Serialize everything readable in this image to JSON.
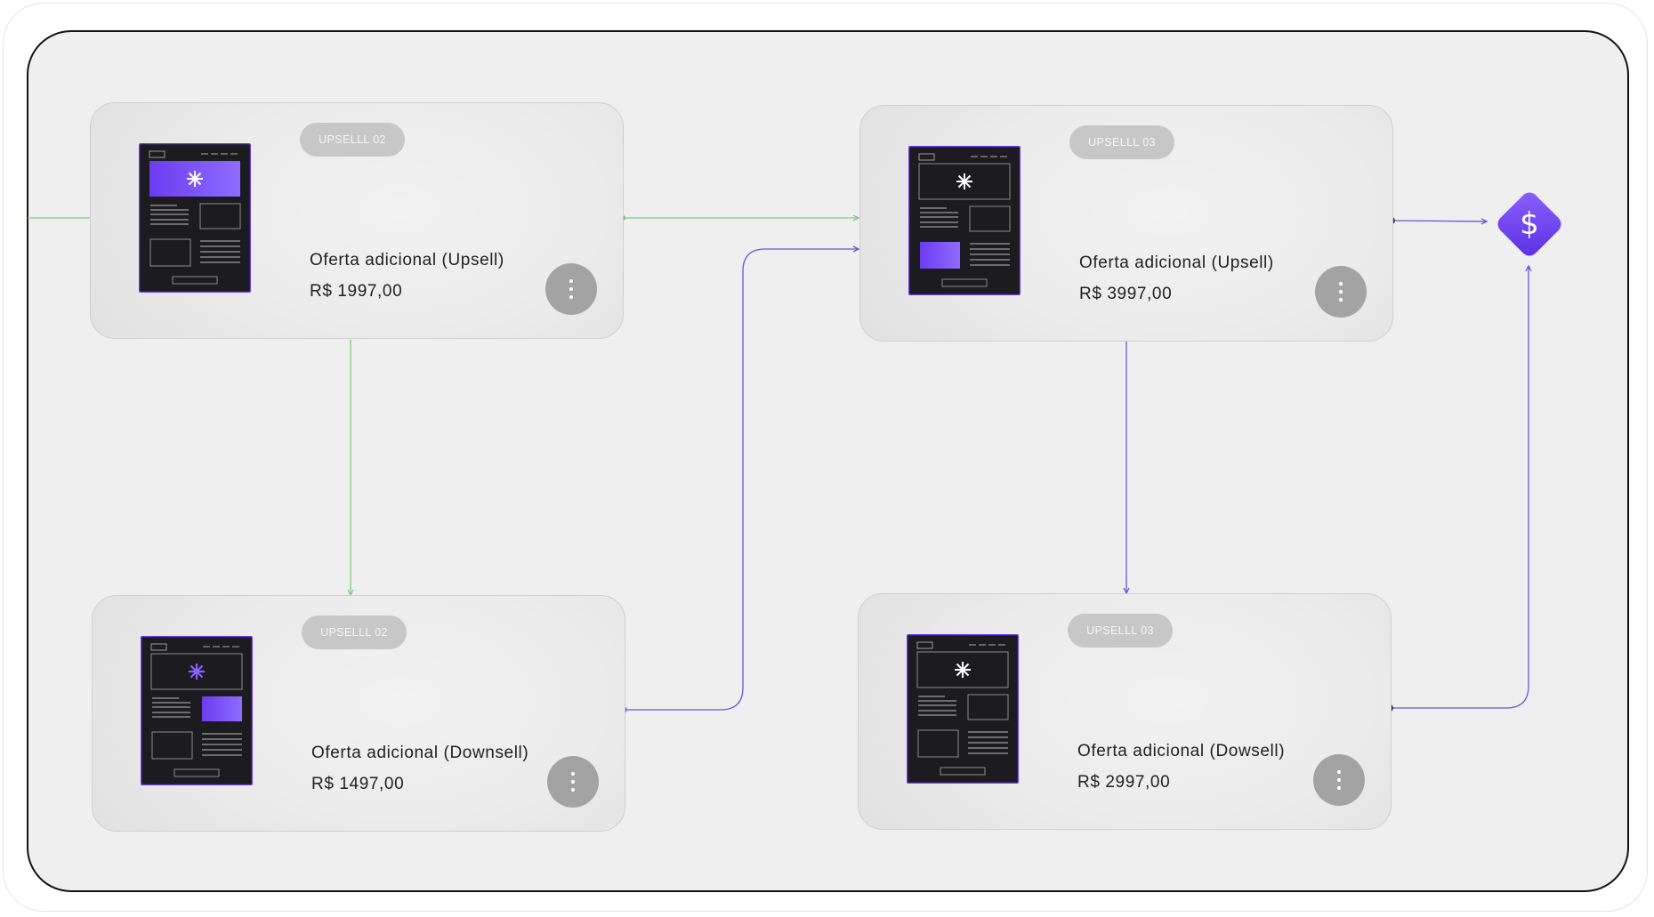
{
  "colors": {
    "accent": "#6a3df0",
    "accent_light": "#8a62ff",
    "green_line": "#7ccb7c",
    "purple_line": "#6b55d6",
    "card_border": "#cfcfcf",
    "badge_bg": "#c7c7c7",
    "menu_bg": "#a3a3a3",
    "frame_border": "#121212"
  },
  "cards": [
    {
      "id": "upsell-02",
      "badge": "UPSELLL 02",
      "title": "Oferta adicional (Upsell)",
      "price": "R$ 1997,00",
      "thumb_variant": "hero",
      "menu_icon": "more-vertical-icon"
    },
    {
      "id": "upsell-03",
      "badge": "UPSELLL 03",
      "title": "Oferta adicional (Upsell)",
      "price": "R$ 3997,00",
      "thumb_variant": "block-left",
      "menu_icon": "more-vertical-icon"
    },
    {
      "id": "downsell-02",
      "badge": "UPSELLL 02",
      "title": "Oferta adicional (Downsell)",
      "price": "R$ 1497,00",
      "thumb_variant": "block-right",
      "menu_icon": "more-vertical-icon"
    },
    {
      "id": "downsell-03",
      "badge": "UPSELLL 03",
      "title": "Oferta adicional (Dowsell)",
      "price": "R$ 2997,00",
      "thumb_variant": "plain",
      "menu_icon": "more-vertical-icon"
    }
  ],
  "checkout": {
    "symbol": "$",
    "icon": "dollar-icon"
  }
}
